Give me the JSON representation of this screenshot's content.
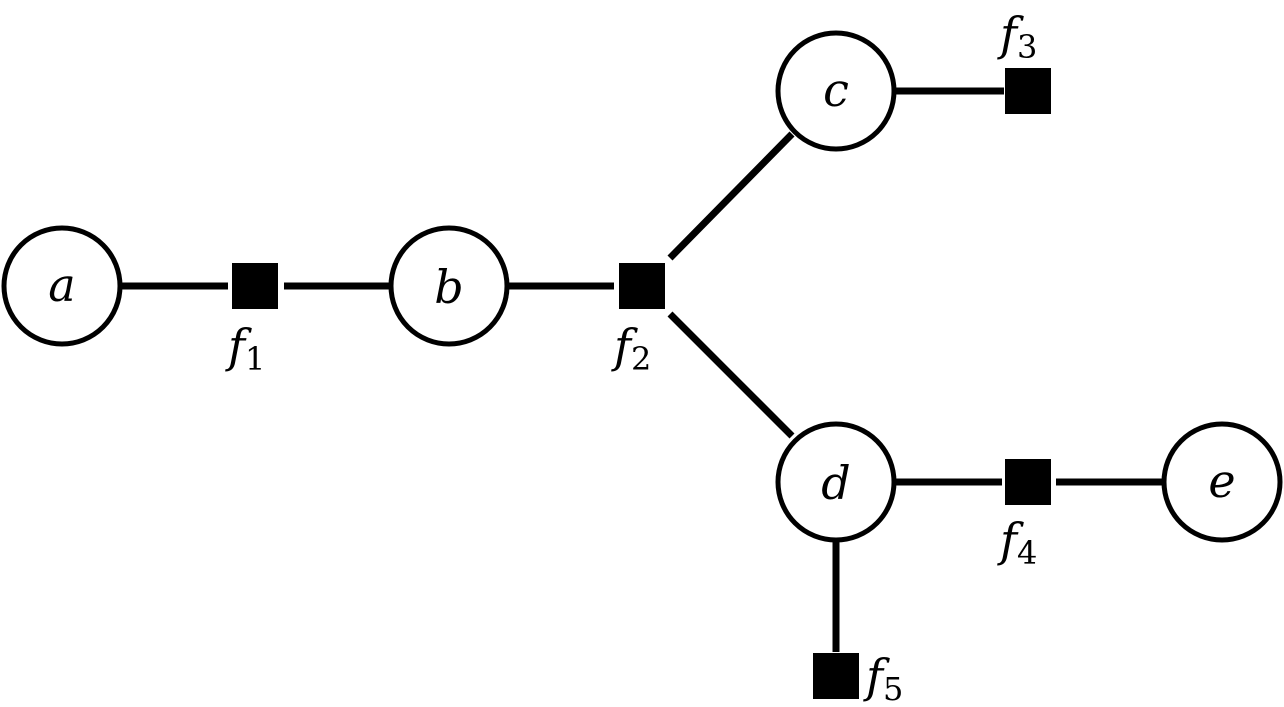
{
  "diagram": {
    "type": "factor-graph",
    "colors": {
      "stroke": "#000000",
      "node_fill": "#ffffff",
      "factor_fill": "#000000"
    },
    "variables": [
      {
        "id": "a",
        "label": "a"
      },
      {
        "id": "b",
        "label": "b"
      },
      {
        "id": "c",
        "label": "c"
      },
      {
        "id": "d",
        "label": "d"
      },
      {
        "id": "e",
        "label": "e"
      }
    ],
    "factors": [
      {
        "id": "f1",
        "base": "f",
        "sub": "1"
      },
      {
        "id": "f2",
        "base": "f",
        "sub": "2"
      },
      {
        "id": "f3",
        "base": "f",
        "sub": "3"
      },
      {
        "id": "f4",
        "base": "f",
        "sub": "4"
      },
      {
        "id": "f5",
        "base": "f",
        "sub": "5"
      }
    ],
    "edges": [
      {
        "from": "a",
        "to": "f1"
      },
      {
        "from": "f1",
        "to": "b"
      },
      {
        "from": "b",
        "to": "f2"
      },
      {
        "from": "f2",
        "to": "c"
      },
      {
        "from": "f2",
        "to": "d"
      },
      {
        "from": "c",
        "to": "f3"
      },
      {
        "from": "d",
        "to": "f4"
      },
      {
        "from": "f4",
        "to": "e"
      },
      {
        "from": "d",
        "to": "f5"
      }
    ]
  }
}
